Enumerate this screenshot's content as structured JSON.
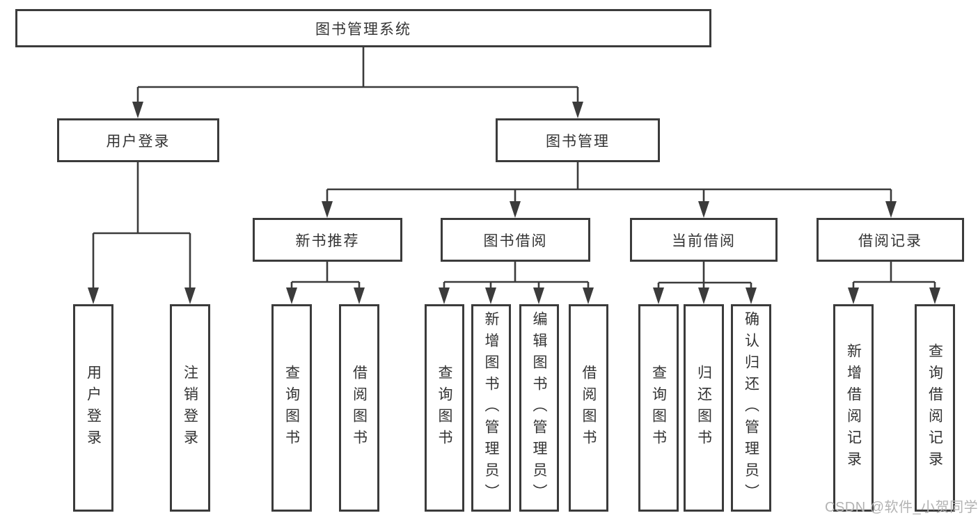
{
  "diagram_title": "图书管理系统",
  "nodes": {
    "root": {
      "label": "图书管理系统"
    },
    "user_login": {
      "label": "用户登录"
    },
    "book_management": {
      "label": "图书管理"
    },
    "new_book_rec": {
      "label": "新书推荐"
    },
    "book_borrow": {
      "label": "图书借阅"
    },
    "current_borrow": {
      "label": "当前借阅"
    },
    "borrow_records": {
      "label": "借阅记录"
    },
    "user_login_leaf": {
      "label": "用户登录"
    },
    "logout_leaf": {
      "label": "注销登录"
    },
    "rec_query_books": {
      "label": "查询图书"
    },
    "rec_borrow_books": {
      "label": "借阅图书"
    },
    "bb_query_books": {
      "label": "查询图书"
    },
    "bb_add_books": {
      "label": "新增图书（管理员）"
    },
    "bb_edit_books": {
      "label": "编辑图书（管理员）"
    },
    "bb_borrow_books": {
      "label": "借阅图书"
    },
    "cb_query_books": {
      "label": "查询图书"
    },
    "cb_return_books": {
      "label": "归还图书"
    },
    "cb_confirm_return": {
      "label": "确认归还（管理员）"
    },
    "br_add_record": {
      "label": "新增借阅记录"
    },
    "br_query_record": {
      "label": "查询借阅记录"
    }
  },
  "hierarchy": {
    "图书管理系统": {
      "用户登录": [
        "用户登录",
        "注销登录"
      ],
      "图书管理": {
        "新书推荐": [
          "查询图书",
          "借阅图书"
        ],
        "图书借阅": [
          "查询图书",
          "新增图书（管理员）",
          "编辑图书（管理员）",
          "借阅图书"
        ],
        "当前借阅": [
          "查询图书",
          "归还图书",
          "确认归还（管理员）"
        ],
        "借阅记录": [
          "新增借阅记录",
          "查询借阅记录"
        ]
      }
    }
  },
  "watermark": "CSDN @软件_小贺同学",
  "colors": {
    "line": "#3b3b3b",
    "text": "#333333",
    "watermark": "#b3b3b3",
    "background": "#ffffff"
  }
}
